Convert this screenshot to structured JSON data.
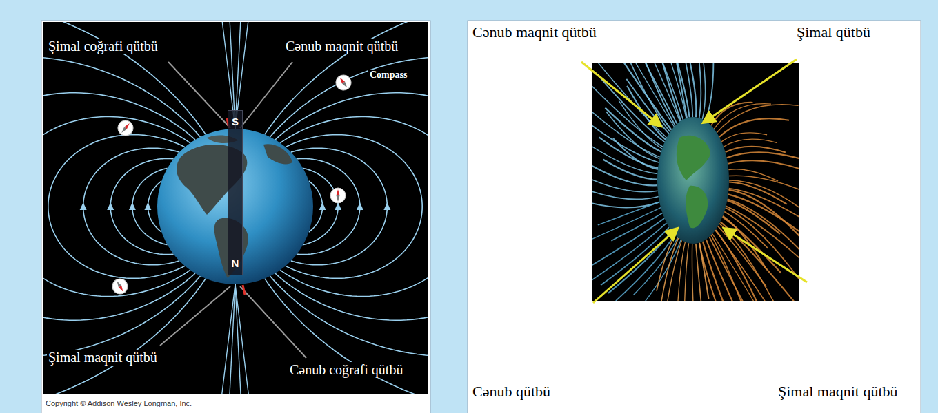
{
  "diagram": {
    "nodes": [
      {
        "text": [
          "S",
          "N"
        ]
      }
    ],
    "labels": [
      "Şimal coğrafi qütbü",
      "Cənub maqnit qütbü",
      "Compass",
      "Şimal maqnit qütbü",
      "Cənub coğrafi qütbü",
      "Copyright © Addison Wesley Longman, Inc.",
      "Cənub maqnit qütbü",
      "Şimal qütbü",
      "Cənub qütbü",
      "Şimal maqnit qütbü"
    ]
  }
}
